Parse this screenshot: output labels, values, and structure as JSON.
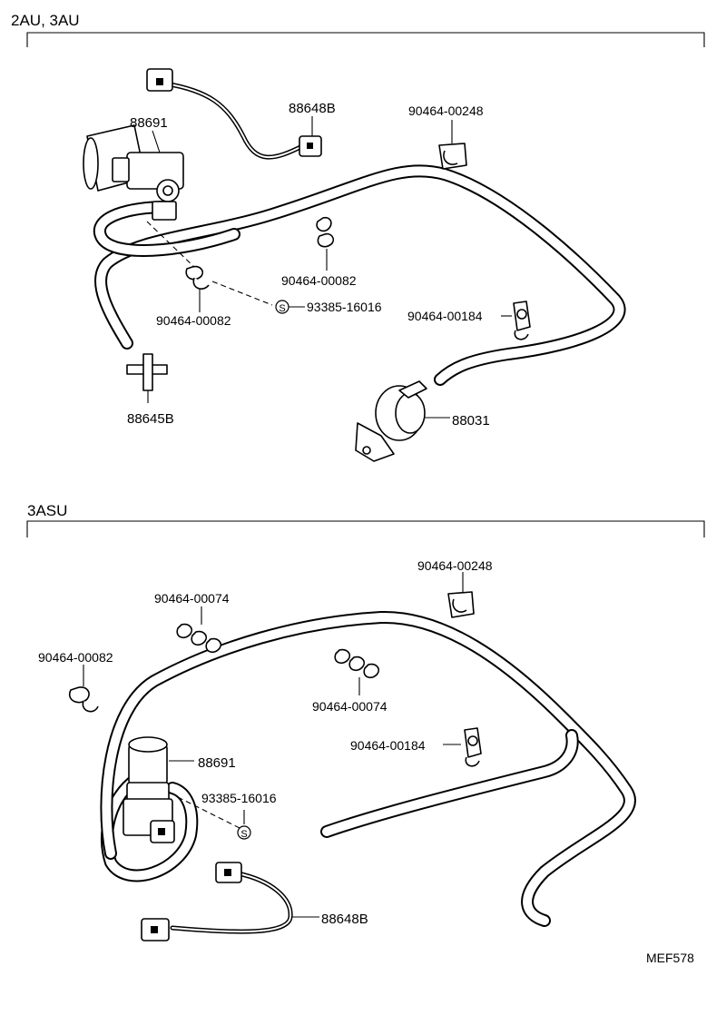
{
  "sections": [
    {
      "title": "2AU, 3AU",
      "labels": {
        "valve": "88691",
        "wire_harness": "88648B",
        "clamp_00248": "90464-00248",
        "clamp_00082_upper": "90464-00082",
        "screw": "93385-16016",
        "clamp_00184": "90464-00184",
        "clamp_00082_lower": "90464-00082",
        "tee": "88645B",
        "actuator": "88031"
      }
    },
    {
      "title": "3ASU",
      "labels": {
        "clamp_00248": "90464-00248",
        "clamp_00074_a": "90464-00074",
        "clamp_00082": "90464-00082",
        "clamp_00074_b": "90464-00074",
        "clamp_00184": "90464-00184",
        "valve": "88691",
        "screw": "93385-16016",
        "wire_harness": "88648B"
      }
    }
  ],
  "screw_symbol": "S",
  "footer_code": "MEF578"
}
